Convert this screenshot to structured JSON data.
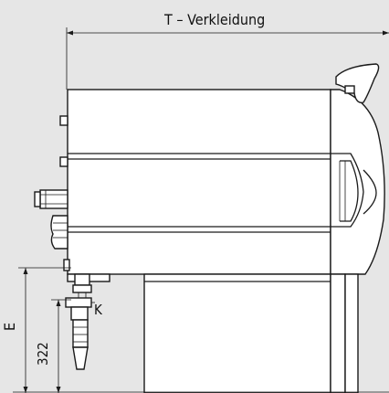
{
  "dimensions": {
    "depth_label": "T – Verkleidung",
    "height_label": "E",
    "height_value_label": "322"
  },
  "callouts": {
    "tap_label": "K"
  },
  "colors": {
    "background": "#e6e6e6",
    "line": "#1a1a1a",
    "body": "#ffffff"
  }
}
